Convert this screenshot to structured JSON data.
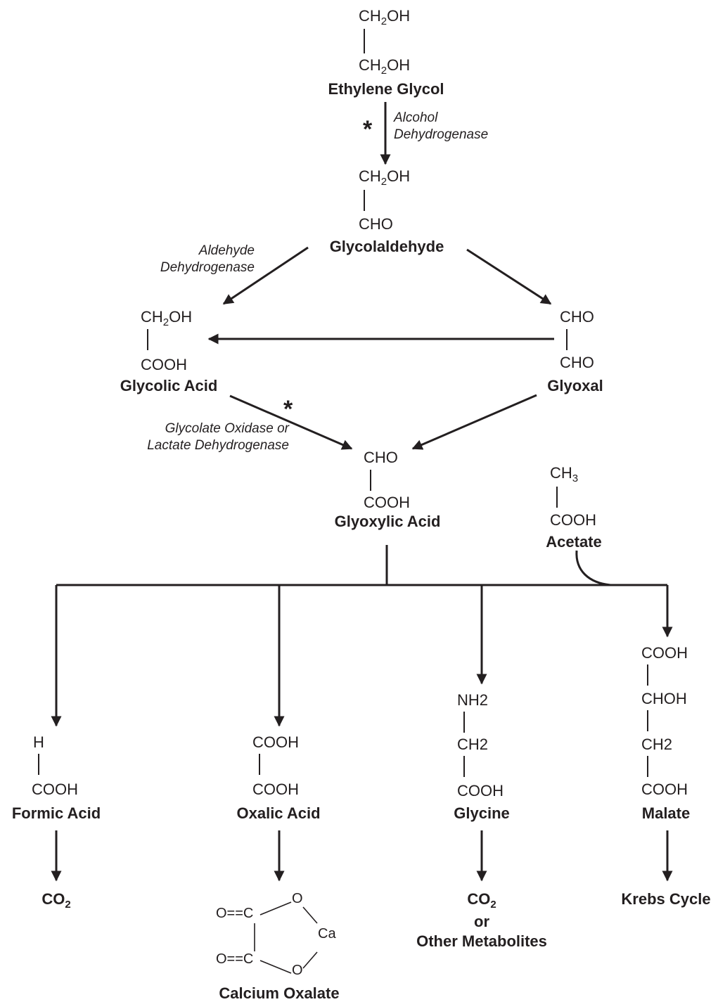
{
  "molecules": {
    "ethylene_glycol": {
      "top": "CH2OH",
      "bottom": "CH2OH",
      "name": "Ethylene Glycol"
    },
    "glycolaldehyde": {
      "top": "CH2OH",
      "bottom": "CHO",
      "name": "Glycolaldehyde"
    },
    "glycolic_acid": {
      "top": "CH2OH",
      "bottom": "COOH",
      "name": "Glycolic Acid"
    },
    "glyoxal": {
      "top": "CHO",
      "bottom": "CHO",
      "name": "Glyoxal"
    },
    "glyoxylic_acid": {
      "top": "CHO",
      "bottom": "COOH",
      "name": "Glyoxylic Acid"
    },
    "acetate": {
      "top": "CH3",
      "bottom": "COOH",
      "name": "Acetate"
    },
    "formic_acid": {
      "top": "H",
      "bottom": "COOH",
      "name": "Formic Acid"
    },
    "oxalic_acid": {
      "top": "COOH",
      "bottom": "COOH",
      "name": "Oxalic Acid"
    },
    "glycine": {
      "rows": [
        "NH2",
        "CH2",
        "COOH"
      ],
      "name": "Glycine"
    },
    "malate": {
      "rows": [
        "COOH",
        "CHOH",
        "CH2",
        "COOH"
      ],
      "name": "Malate"
    }
  },
  "enzymes": {
    "alcohol_dh": [
      "Alcohol",
      "Dehydrogenase"
    ],
    "aldehyde_dh": [
      "Aldehyde",
      "Dehydrogenase"
    ],
    "glycolate_ox": [
      "Glycolate Oxidase or",
      "Lactate Dehydrogenase"
    ]
  },
  "rate_limiting_marker": "*",
  "products": {
    "formic": "CO2",
    "glycine_line1": "CO2",
    "glycine_line2": "or",
    "glycine_line3": "Other Metabolites",
    "malate": "Krebs Cycle"
  },
  "calcium_oxalate": {
    "o_double_1": "O==C",
    "o_double_2": "O==C",
    "o_top": "O",
    "o_bottom": "O",
    "ca": "Ca",
    "name": "Calcium Oxalate"
  }
}
